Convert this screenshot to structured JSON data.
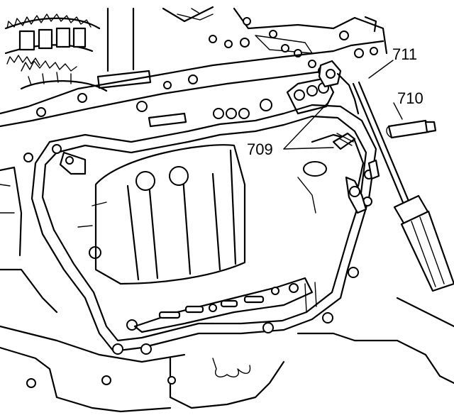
{
  "callouts": {
    "c709": "709",
    "c710": "710",
    "c711": "711"
  }
}
